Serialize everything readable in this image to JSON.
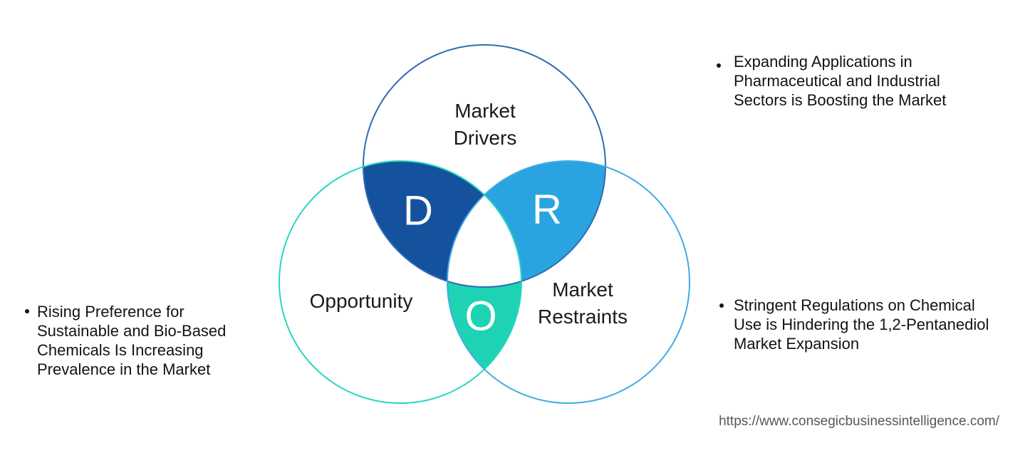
{
  "venn": {
    "letter_color": "#ffffff",
    "circles": [
      {
        "id": "market-drivers",
        "label": "Market\nDrivers",
        "outline": "#2e6cb2"
      },
      {
        "id": "opportunity",
        "label": "Opportunity",
        "outline": "#27d7c0"
      },
      {
        "id": "market-restraints",
        "label": "Market\nRestraints",
        "outline": "#43aae5"
      }
    ],
    "overlaps": [
      {
        "id": "drivers-opportunity",
        "letter": "D",
        "fill": "#15529e"
      },
      {
        "id": "drivers-restraints",
        "letter": "R",
        "fill": "#29a4e1"
      },
      {
        "id": "opportunity-restraints",
        "letter": "O",
        "fill": "#1ed3b4"
      }
    ]
  },
  "annotations": {
    "driver_note": "Expanding Applications in\nPharmaceutical and Industrial\nSectors is Boosting the Market",
    "opportunity_note": "Rising Preference for\nSustainable and Bio-Based\nChemicals Is Increasing\nPrevalence in the Market",
    "restraint_note": "Stringent Regulations on Chemical\nUse is Hindering the 1,2-Pentanediol\nMarket Expansion"
  },
  "footer": {
    "source_url": "https://www.consegicbusinessintelligence.com/"
  }
}
